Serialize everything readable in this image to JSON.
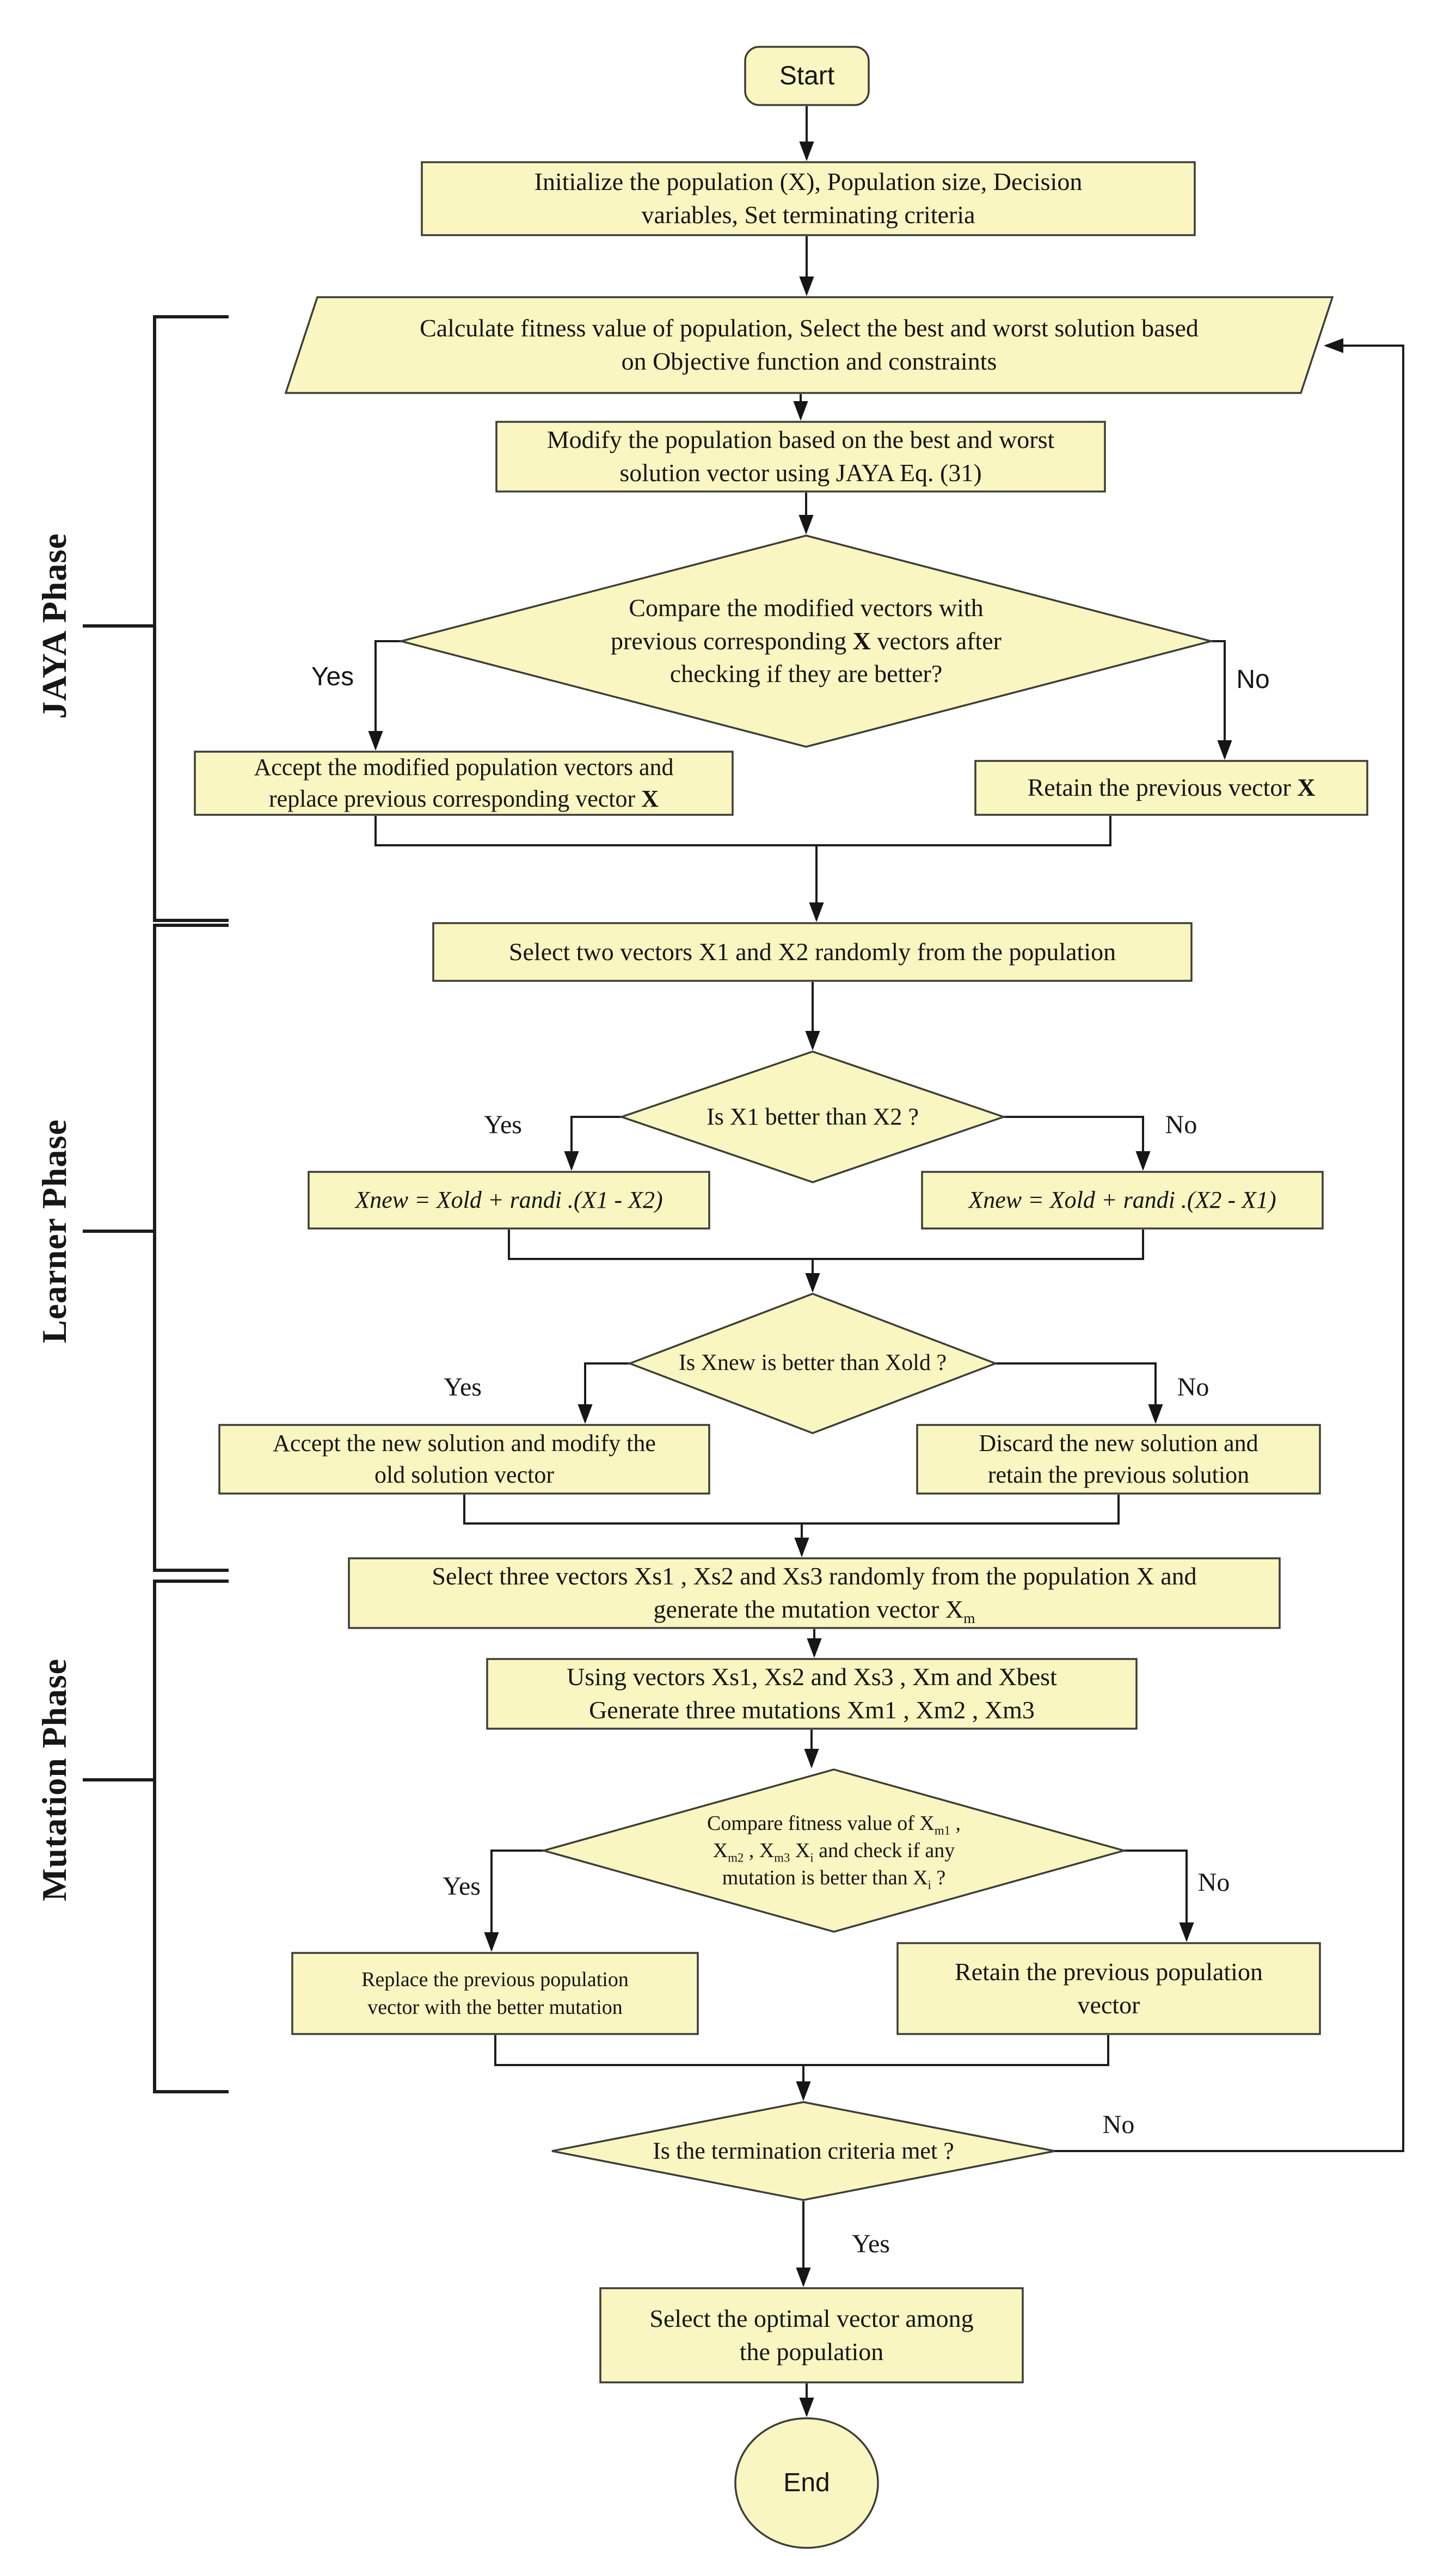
{
  "diagram": {
    "node_fill": "#FAF6C1",
    "node_border": "#3E3E36",
    "line_color": "#1C1C1C",
    "phases": {
      "jaya": "JAYA Phase",
      "learner": "Learner Phase",
      "mutation": "Mutation Phase"
    },
    "nodes": {
      "start": {
        "label": "Start"
      },
      "init": {
        "lines": [
          "Initialize the population (X), Population size, Decision",
          "variables, Set terminating criteria"
        ]
      },
      "fitness": {
        "lines": [
          "Calculate fitness value of population, Select the best and worst solution based",
          "on Objective function and constraints"
        ]
      },
      "modify": {
        "lines": [
          "Modify the population based on the best and worst",
          "solution vector using JAYA Eq. (31)"
        ]
      },
      "compare_jaya": {
        "lines": [
          "Compare the modified vectors with",
          [
            {
              "t": "previous corresponding "
            },
            {
              "t": "X",
              "b": true
            },
            {
              "t": " vectors after"
            }
          ],
          "checking  if they are better?"
        ]
      },
      "accept_jaya": {
        "lines": [
          "Accept the modified population vectors and",
          [
            {
              "t": "replace previous corresponding vector "
            },
            {
              "t": "X",
              "b": true
            }
          ]
        ]
      },
      "retain_jaya": {
        "lines": [
          [
            {
              "t": "Retain the previous vector "
            },
            {
              "t": "X",
              "b": true
            }
          ]
        ]
      },
      "select_two": {
        "lines": [
          "Select two vectors X1 and X2 randomly from the population"
        ]
      },
      "x1_better": {
        "lines": [
          "Is X1 better than X2 ?"
        ]
      },
      "xnew_left": {
        "lines": [
          "Xnew = Xold + randi .(X1 - X2)"
        ]
      },
      "xnew_right": {
        "lines": [
          "Xnew = Xold + randi .(X2 - X1)"
        ]
      },
      "xnew_better": {
        "lines": [
          "Is Xnew is better than Xold ?"
        ]
      },
      "accept_new": {
        "lines": [
          "Accept the new solution and modify the",
          "old solution vector"
        ]
      },
      "discard_new": {
        "lines": [
          "Discard the new solution and",
          "retain the previous solution"
        ]
      },
      "select_three": {
        "lines": [
          "Select three vectors Xs1 , Xs2 and Xs3 randomly from the population X and",
          [
            {
              "t": "generate the mutation vector X"
            },
            {
              "t": "m",
              "s": true
            }
          ]
        ]
      },
      "gen_mutations": {
        "lines": [
          "Using vectors Xs1, Xs2 and Xs3 , Xm and Xbest",
          "Generate three mutations Xm1 , Xm2 , Xm3"
        ]
      },
      "compare_mut": {
        "lines": [
          [
            {
              "t": "Compare fitness value of X"
            },
            {
              "t": "m1",
              "s": true
            },
            {
              "t": " ,"
            }
          ],
          [
            {
              "t": "X"
            },
            {
              "t": "m2",
              "s": true
            },
            {
              "t": " , X"
            },
            {
              "t": "m3",
              "s": true
            },
            {
              "t": " X"
            },
            {
              "t": "i",
              "s": true
            },
            {
              "t": " and check if any"
            }
          ],
          [
            {
              "t": "mutation is better than X"
            },
            {
              "t": "i",
              "s": true
            },
            {
              "t": " ?"
            }
          ]
        ]
      },
      "replace_mut": {
        "lines": [
          "Replace the previous population",
          "vector with the better mutation"
        ]
      },
      "retain_pop": {
        "lines": [
          "Retain the previous population",
          "vector"
        ]
      },
      "termination": {
        "lines": [
          "Is the termination criteria met ?"
        ]
      },
      "select_optimal": {
        "lines": [
          "Select the optimal vector among",
          "the population"
        ]
      },
      "end": {
        "label": "End"
      }
    },
    "edge_labels": {
      "jaya_yes": "Yes",
      "jaya_no": "No",
      "learner1_yes": "Yes",
      "learner1_no": "No",
      "learner2_yes": "Yes",
      "learner2_no": "No",
      "mutation_yes": "Yes",
      "mutation_no": "No",
      "termination_yes": "Yes",
      "termination_no": "No"
    }
  }
}
